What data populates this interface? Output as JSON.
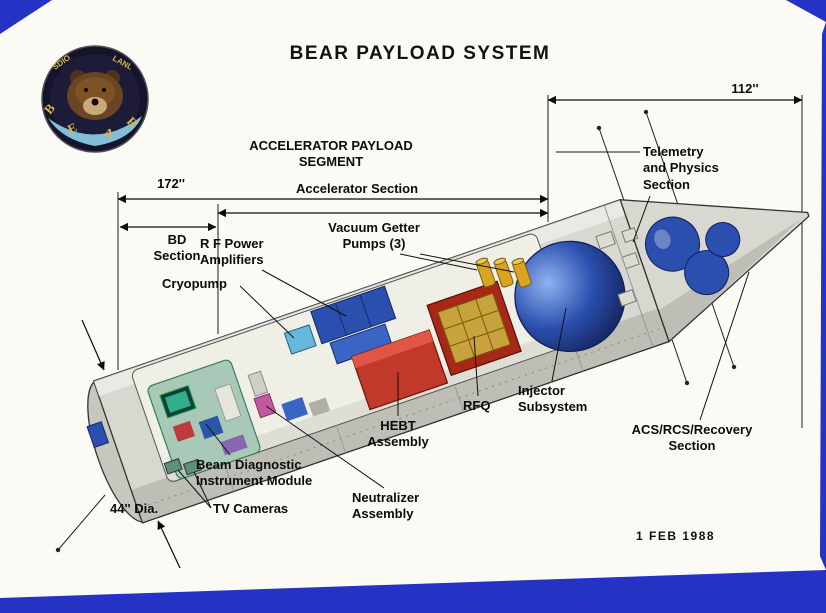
{
  "title": "BEAR PAYLOAD SYSTEM",
  "date": "1 FEB 1988",
  "logo": {
    "org_top_left": "SDIO",
    "org_top_right": "LANL",
    "letters": [
      "B",
      "E",
      "A",
      "R"
    ]
  },
  "dimensions": {
    "forward": "112''",
    "overall_aft": "172''",
    "diameter": "44'' Dia."
  },
  "labels": {
    "accelerator_payload_segment": "ACCELERATOR PAYLOAD\nSEGMENT",
    "accelerator_section": "Accelerator Section",
    "telemetry_section": "Telemetry\nand Physics\nSection",
    "bd_section": "BD\nSection",
    "rf_power_amplifiers": "R F Power\nAmplifiers",
    "vacuum_getter_pumps": "Vacuum Getter\nPumps (3)",
    "cryopump": "Cryopump",
    "injector_subsystem": "Injector\nSubsystem",
    "rfq": "RFQ",
    "hebt_assembly": "HEBT\nAssembly",
    "acs_rcs_recovery": "ACS/RCS/Recovery\nSection",
    "beam_diagnostic_module": "Beam Diagnostic\nInstrument Module",
    "neutralizer_assembly": "Neutralizer\nAssembly",
    "tv_cameras": "TV Cameras"
  },
  "colors": {
    "frame_blue": "#2433c4",
    "component_blue": "#2b4fae",
    "component_red": "#c0392b",
    "rfq_gold": "#c8a23c",
    "logo_gold": "#d9b54a"
  }
}
